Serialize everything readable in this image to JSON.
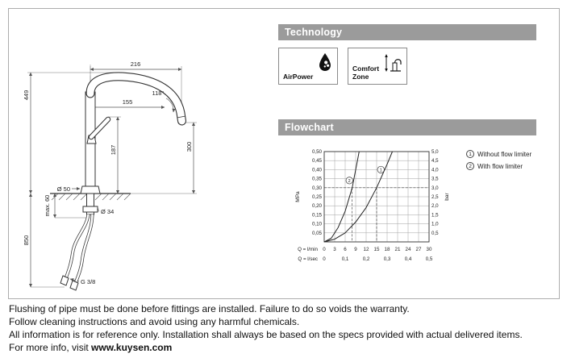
{
  "drawing": {
    "dims": {
      "spout_reach": "216",
      "overall_height": "449",
      "handle_reach": "155",
      "spout_angle": "118°",
      "outlet_height": "300",
      "handle_height": "187",
      "base_diameter": "Ø 50",
      "deck_max": "max. 60",
      "shank_diameter": "Ø 34",
      "hose_length": "850",
      "connection_thread": "G 3/8"
    }
  },
  "technology": {
    "title": "Technology",
    "badges": [
      {
        "label": "AirPower",
        "icon": "airpower-drop-icon"
      },
      {
        "label": "Comfort Zone",
        "icon": "comfortzone-faucet-icon"
      }
    ]
  },
  "flowchart": {
    "title": "Flowchart",
    "legend": [
      {
        "marker": "1",
        "label": "Without flow limiter"
      },
      {
        "marker": "2",
        "label": "With flow limiter"
      }
    ]
  },
  "chart_data": {
    "type": "line",
    "title": "Flowchart",
    "x_range": [
      0,
      30
    ],
    "y_range": [
      0,
      0.5
    ],
    "grid": true,
    "y_left": {
      "label": "MPa",
      "ticks": [
        "0,05",
        "0,10",
        "0,15",
        "0,20",
        "0,25",
        "0,30",
        "0,35",
        "0,40",
        "0,45",
        "0,50"
      ]
    },
    "y_right": {
      "label": "bar",
      "ticks": [
        "0,5",
        "1,0",
        "1,5",
        "2,0",
        "2,5",
        "3,0",
        "3,5",
        "4,0",
        "4,5",
        "5,0"
      ]
    },
    "x_rows": [
      {
        "label": "Q = l/min",
        "step": 3,
        "ticks": [
          "0",
          "3",
          "6",
          "9",
          "12",
          "15",
          "18",
          "21",
          "24",
          "27",
          "30"
        ]
      },
      {
        "label": "Q = l/sec",
        "step": 6,
        "ticks": [
          "0",
          "0,1",
          "0,2",
          "0,3",
          "0,4",
          "0,5"
        ]
      }
    ],
    "series": [
      {
        "marker": "1",
        "name": "Without flow limiter",
        "points": [
          [
            0,
            0
          ],
          [
            3,
            0.015
          ],
          [
            6,
            0.05
          ],
          [
            9,
            0.11
          ],
          [
            12,
            0.19
          ],
          [
            15,
            0.3
          ],
          [
            18,
            0.43
          ],
          [
            19.5,
            0.5
          ]
        ],
        "label_at": [
          16.2,
          0.4
        ]
      },
      {
        "marker": "2",
        "name": "With flow limiter",
        "points": [
          [
            0,
            0
          ],
          [
            2,
            0.02
          ],
          [
            4,
            0.08
          ],
          [
            6,
            0.17
          ],
          [
            8,
            0.3
          ],
          [
            9.5,
            0.45
          ],
          [
            10,
            0.5
          ]
        ],
        "label_at": [
          7.2,
          0.34
        ]
      }
    ],
    "dashed_lines": {
      "horizontal_y": 0.3,
      "vertical_x": [
        8,
        15
      ]
    }
  },
  "footer": {
    "lines": [
      "Flushing of pipe must be done before fittings are installed. Failure to do so voids the warranty.",
      "Follow cleaning instructions and avoid using any harmful chemicals.",
      "All information is for reference only. Installation shall always be based on the specs provided with actual delivered items.",
      "For more info, visit "
    ],
    "link": "www.kuysen.com"
  }
}
